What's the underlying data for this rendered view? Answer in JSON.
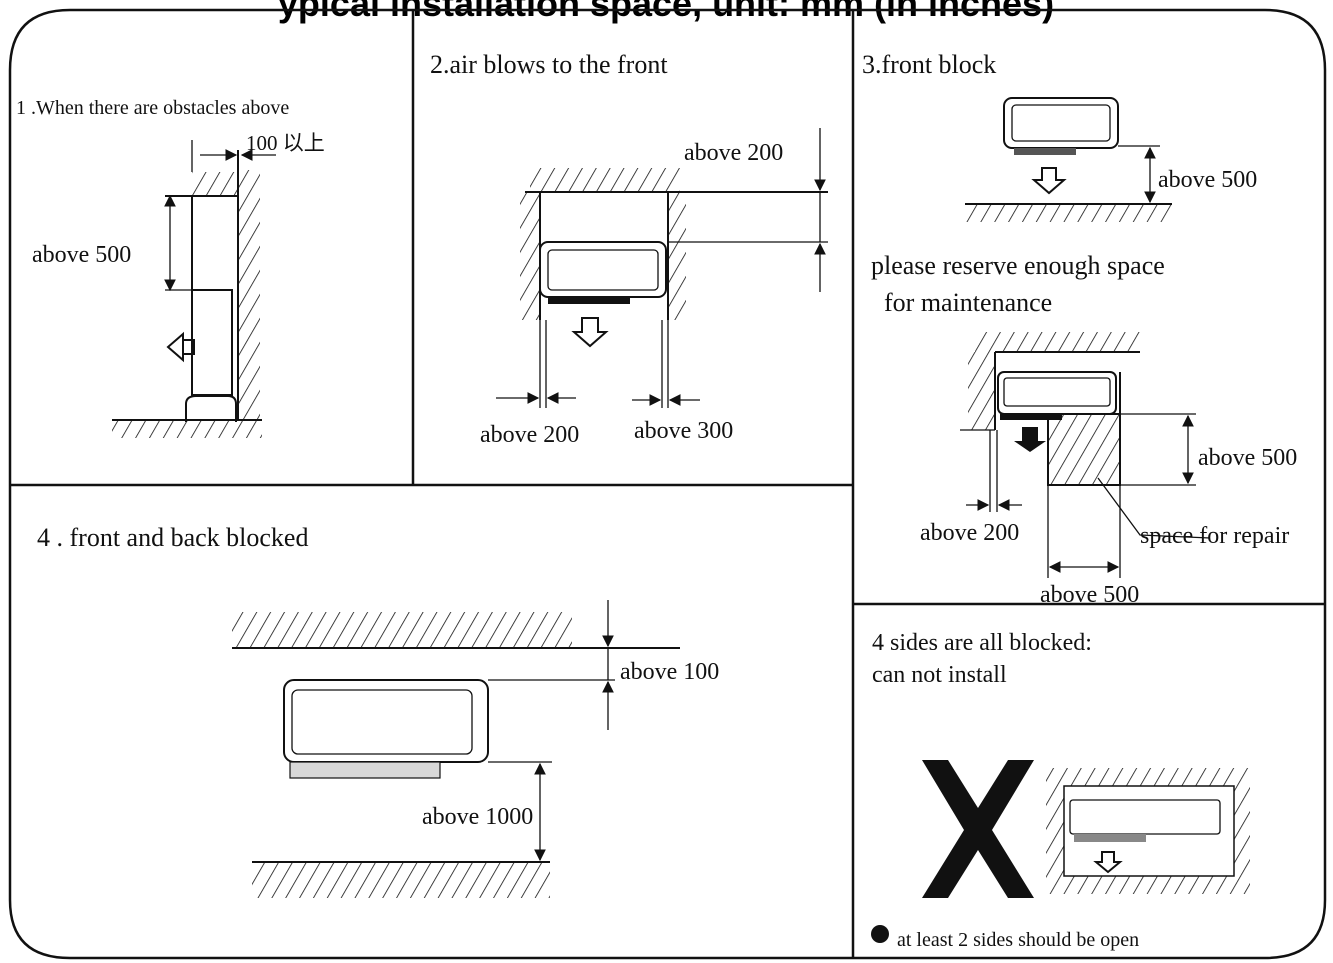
{
  "header": {
    "cut_title": "ypical installation space, unit: mm (in inches)"
  },
  "panels": {
    "p1": {
      "title": "1 .When there are obstacles above",
      "dim_side": "100 以上",
      "dim_height": "above 500"
    },
    "p2": {
      "title": "2.air blows to the front",
      "dim_top": "above 200",
      "dim_left": "above 200",
      "dim_right": "above 300"
    },
    "p3": {
      "title": "3.front block",
      "dim_floor": "above 500",
      "note_line1": "please reserve enough space",
      "note_line2": "for maintenance",
      "dim_right": "above 500",
      "dim_left": "above 200",
      "repair_label": "space for repair",
      "dim_bottom": "above 500"
    },
    "p4": {
      "title": "4 . front and back blocked",
      "dim_top": "above 100",
      "dim_bottom": "above 1000"
    },
    "p5": {
      "line1": "4 sides are all blocked:",
      "line2": "can not install",
      "note": "at least 2 sides should be open"
    }
  }
}
